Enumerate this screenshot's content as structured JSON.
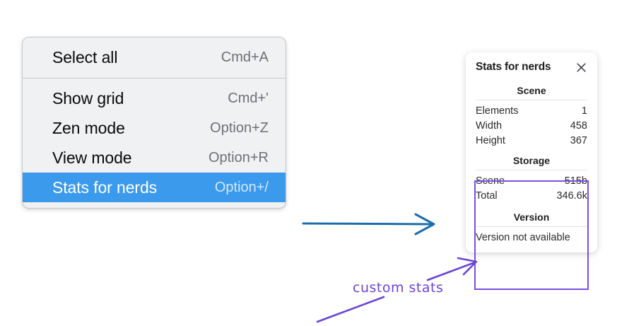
{
  "context_menu": {
    "groups": [
      {
        "items": [
          {
            "label": "Select all",
            "shortcut": "Cmd+A",
            "selected": false
          }
        ]
      },
      {
        "items": [
          {
            "label": "Show grid",
            "shortcut": "Cmd+'",
            "selected": false
          },
          {
            "label": "Zen mode",
            "shortcut": "Option+Z",
            "selected": false
          },
          {
            "label": "View mode",
            "shortcut": "Option+R",
            "selected": false
          },
          {
            "label": "Stats for nerds",
            "shortcut": "Option+/",
            "selected": true
          }
        ]
      }
    ],
    "highlight_color": "#3b9aeb"
  },
  "stats_panel": {
    "title": "Stats for nerds",
    "close_icon": "close-icon",
    "sections": [
      {
        "heading": "Scene",
        "rows": [
          {
            "key": "Elements",
            "value": "1"
          },
          {
            "key": "Width",
            "value": "458"
          },
          {
            "key": "Height",
            "value": "367"
          }
        ]
      },
      {
        "heading": "Storage",
        "rows": [
          {
            "key": "Scene",
            "value": "515b"
          },
          {
            "key": "Total",
            "value": "346.6k"
          }
        ]
      },
      {
        "heading": "Version",
        "plain_text": "Version not available"
      }
    ]
  },
  "annotations": {
    "custom_stats_label": "custom stats",
    "arrow_blue_color": "#1b6cab",
    "arrow_purple_color": "#6b44d4",
    "highlight_box_color": "#7a4fe0"
  }
}
